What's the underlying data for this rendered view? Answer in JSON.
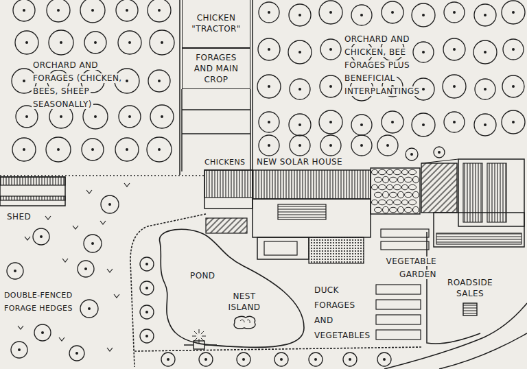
{
  "diagram": {
    "nodes": [
      {
        "text": [
          "CHICKEN \"TRACTOR\""
        ]
      },
      {
        "text": [
          "FORAGES AND MAIN CROP"
        ]
      },
      {
        "text": [
          "POND"
        ]
      },
      {
        "text": [
          "NEST ISLAND"
        ],
        "in": 2
      },
      {
        "text": [
          "ROADSIDE SALES"
        ]
      }
    ],
    "labels": [
      "ORCHARD AND FORAGES (CHICKEN, BEES, SHEEP SEASONALLY)",
      "ORCHARD AND CHICKEN, BEE FORAGES PLUS BENEFICIAL INTERPLANTINGS",
      "CHICKENS",
      "NEW SOLAR HOUSE",
      "SHED",
      "DOUBLE-FENCED FORAGE HEDGES",
      "VEGETABLE GARDEN",
      "DUCK FORAGES AND VEGETABLES"
    ]
  }
}
